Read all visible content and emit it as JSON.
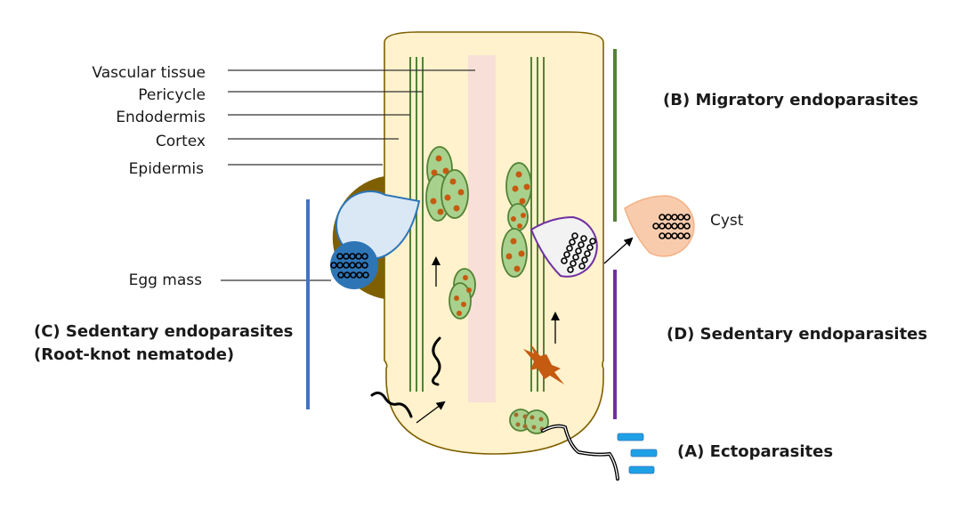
{
  "figure": {
    "tissue_labels": [
      {
        "id": "vascular-tissue",
        "text": "Vascular tissue"
      },
      {
        "id": "pericycle",
        "text": "Pericycle"
      },
      {
        "id": "endodermis",
        "text": "Endodermis"
      },
      {
        "id": "cortex",
        "text": "Cortex"
      },
      {
        "id": "epidermis",
        "text": "Epidermis"
      }
    ],
    "egg_mass_label": "Egg mass",
    "cyst_label": "Cyst",
    "categories": {
      "A": {
        "text": "(A) Ectoparasites",
        "color": "#1ea0e6"
      },
      "B": {
        "text": "(B) Migratory endoparasites",
        "color": "#548235"
      },
      "C": {
        "line1": "(C) Sedentary endoparasites",
        "line2": "(Root-knot nematode)",
        "color": "#4472c4"
      },
      "D": {
        "text": "(D) Sedentary endoparasites",
        "color": "#7030a0"
      }
    },
    "colors": {
      "root_fill": "#fff2cc",
      "root_outline": "#7f6000",
      "vascular": "#f8e0d8",
      "tissue_lines": "#548235",
      "cell_fill": "#a9d18e",
      "cell_nucleus": "#c55a11",
      "gall": "#7f6000",
      "rkn_female": "#dae8f5",
      "egg_mass": "#2e75b6",
      "cyst_female": "#f2f2f2",
      "cyst": "#f8cbad",
      "necrosis": "#c55a11"
    }
  }
}
